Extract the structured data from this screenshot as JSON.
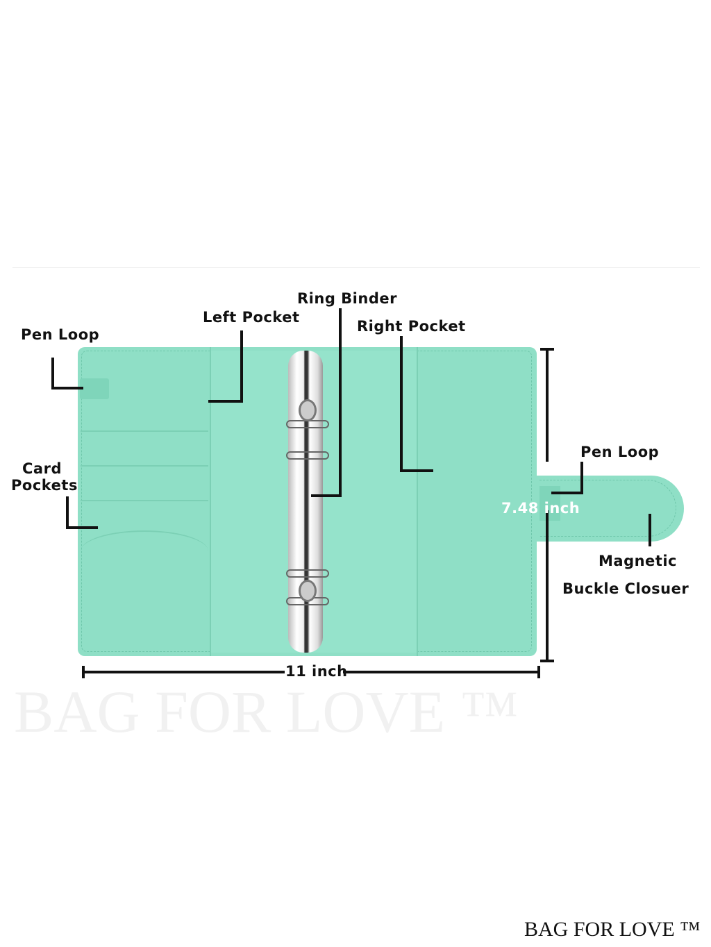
{
  "labels": {
    "pen_loop_left": "Pen Loop",
    "left_pocket": "Left Pocket",
    "ring_binder": "Ring Binder",
    "right_pocket": "Right Pocket",
    "card_pockets_1": "Card",
    "card_pockets_2": "Pockets",
    "pen_loop_right": "Pen Loop",
    "magnetic_1": "Magnetic",
    "magnetic_2": "Buckle Closuer"
  },
  "dimensions": {
    "height": "7.48 inch",
    "width": "11 inch"
  },
  "watermark": "BAG FOR LOVE ™",
  "brand": "BAG FOR LOVE ™",
  "colors": {
    "binder": "#8fdfc6",
    "stitch": "#6fc7ab"
  }
}
